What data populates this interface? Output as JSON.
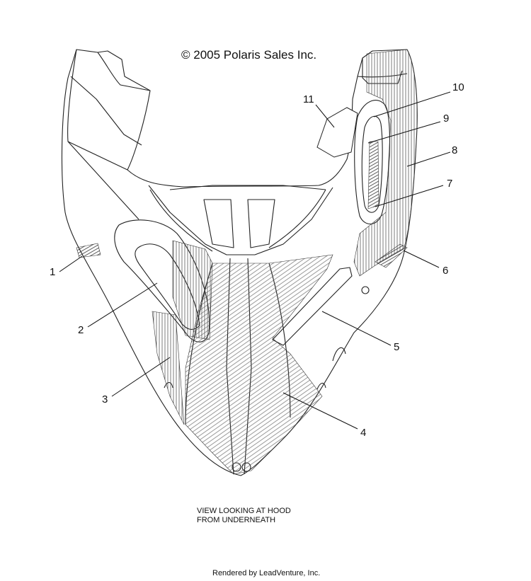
{
  "diagram": {
    "copyright": "© 2005 Polaris Sales Inc.",
    "view_line1": "VIEW LOOKING AT HOOD",
    "view_line2": "FROM UNDERNEATH",
    "rendered_by": "Rendered by LeadVenture, Inc.",
    "callouts": {
      "c1": "1",
      "c2": "2",
      "c3": "3",
      "c4": "4",
      "c5": "5",
      "c6": "6",
      "c7": "7",
      "c8": "8",
      "c9": "9",
      "c10": "10",
      "c11": "11"
    }
  }
}
